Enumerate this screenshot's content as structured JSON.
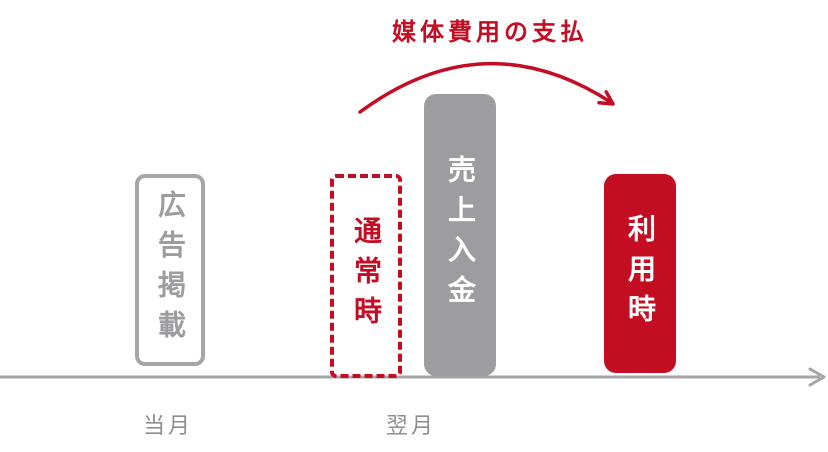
{
  "title": "媒体費用の支払",
  "boxes": {
    "ad_placement": {
      "label": "広告掲載"
    },
    "normal_time": {
      "label": "通常時"
    },
    "sales_deposit": {
      "label": "売上入金"
    },
    "usage_time": {
      "label": "利用時"
    }
  },
  "axis": {
    "current_month": "当月",
    "next_month": "翌月"
  },
  "colors": {
    "red": "#c30d23",
    "gray_fill": "#9d9da0",
    "gray_outline": "#a6a6a8",
    "label_gray": "#8f8f92",
    "background": "#ffffff"
  }
}
